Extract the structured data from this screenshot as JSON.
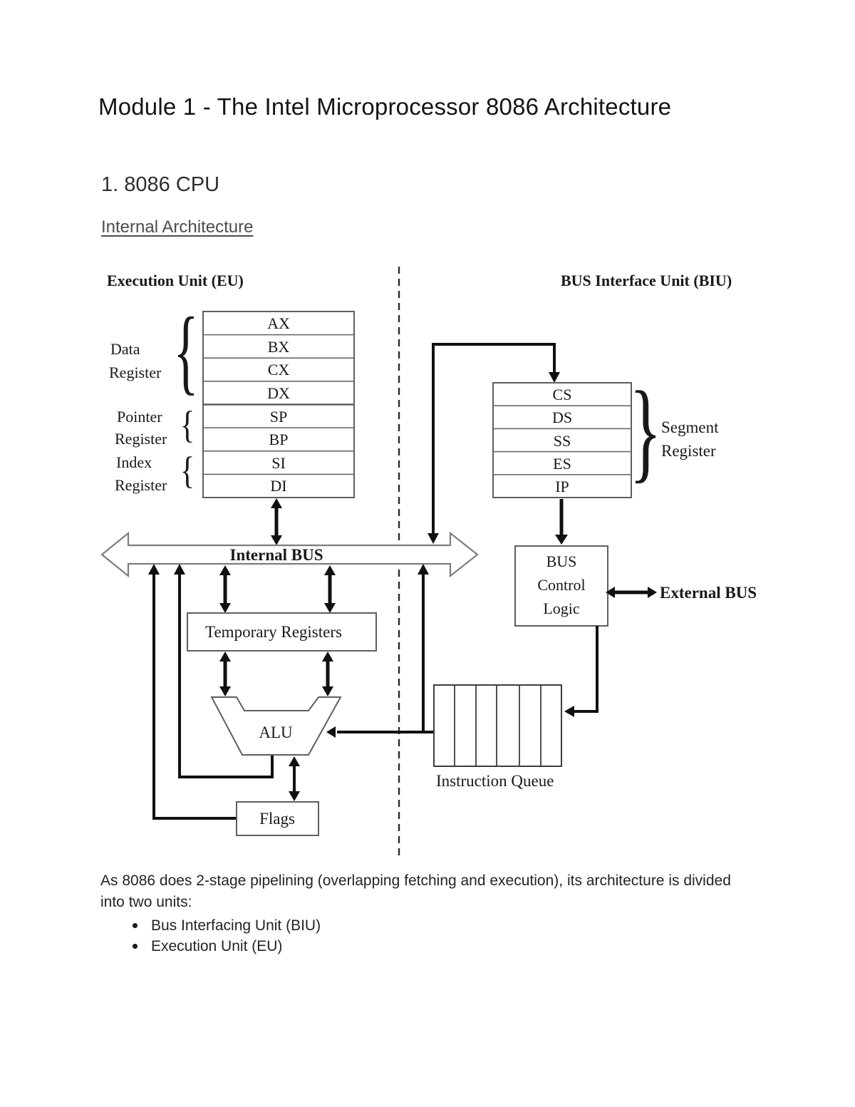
{
  "page": {
    "title": "Module 1 - The Intel Microprocessor 8086 Architecture",
    "section_heading": "1. 8086 CPU",
    "subsection_heading": "Internal Architecture"
  },
  "diagram": {
    "eu_label": "Execution Unit (EU)",
    "biu_label": "BUS Interface Unit (BIU)",
    "data_registers": [
      "AX",
      "BX",
      "CX",
      "DX"
    ],
    "pointer_registers": [
      "SP",
      "BP"
    ],
    "index_registers": [
      "SI",
      "DI"
    ],
    "group_labels": {
      "data": [
        "Data",
        "Register"
      ],
      "pointer": [
        "Pointer",
        "Register"
      ],
      "index": [
        "Index",
        "Register"
      ]
    },
    "open_brace": "{",
    "close_brace": "}",
    "internal_bus_label": "Internal BUS",
    "temporary_registers_label": "Temporary Registers",
    "alu_label": "ALU",
    "flags_label": "Flags",
    "segment_registers": [
      "CS",
      "DS",
      "SS",
      "ES",
      "IP"
    ],
    "segment_group_label": [
      "Segment",
      "Register"
    ],
    "bus_control_logic_label": [
      "BUS",
      "Control",
      "Logic"
    ],
    "external_bus_label": "External BUS",
    "instruction_queue_label": "Instruction Queue"
  },
  "body": {
    "paragraph_lines": [
      "As 8086 does 2-stage pipelining (overlapping fetching and execution), its architecture is divided",
      "into two units:"
    ],
    "bullets": [
      "Bus Interfacing Unit (BIU)",
      "Execution Unit (EU)"
    ]
  },
  "colors": {
    "ink": "#191919",
    "box_border": "#5f5f5f",
    "bus_border": "#7d7d7d",
    "background": "#ffffff"
  }
}
